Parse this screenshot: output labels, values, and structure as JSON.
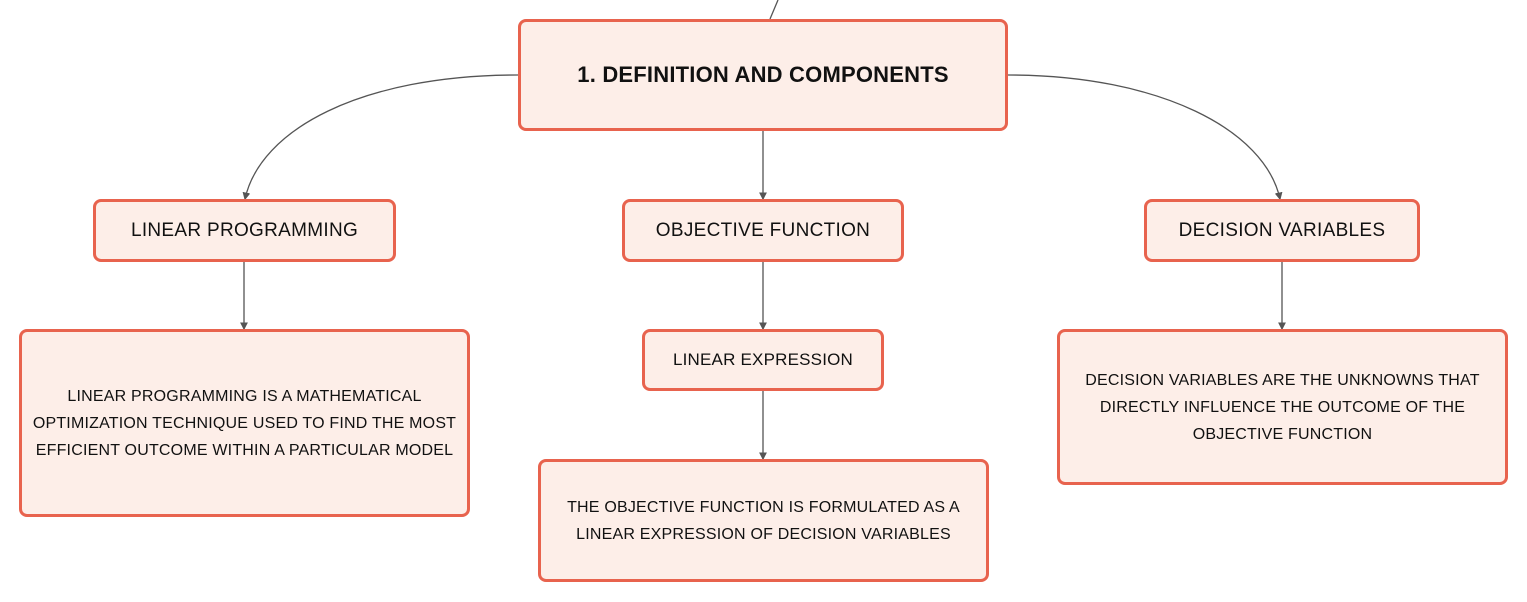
{
  "diagram": {
    "root": {
      "label": "1. DEFINITION AND COMPONENTS"
    },
    "branches": [
      {
        "label": "LINEAR PROGRAMMING",
        "description": "LINEAR PROGRAMMING IS A MATHEMATICAL OPTIMIZATION TECHNIQUE USED TO FIND THE MOST EFFICIENT OUTCOME WITHIN A PARTICULAR MODEL"
      },
      {
        "label": "OBJECTIVE FUNCTION",
        "child": "LINEAR EXPRESSION",
        "description": "THE OBJECTIVE FUNCTION IS FORMULATED AS A LINEAR EXPRESSION OF DECISION VARIABLES"
      },
      {
        "label": "DECISION VARIABLES",
        "description": "DECISION VARIABLES ARE THE UNKNOWNS THAT DIRECTLY INFLUENCE THE OUTCOME OF THE OBJECTIVE FUNCTION"
      }
    ]
  },
  "colors": {
    "node_border": "#e8634e",
    "node_fill": "#fdeee8",
    "connector": "#555555",
    "text": "#111111"
  }
}
